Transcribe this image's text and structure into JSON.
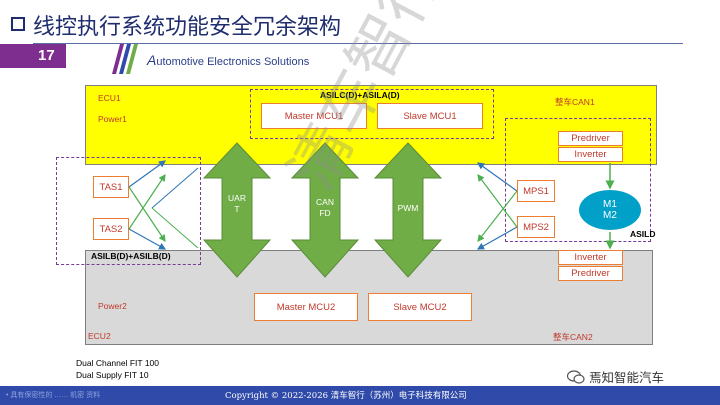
{
  "header": {
    "title": "线控执行系统功能安全冗余架构",
    "page_number": "17",
    "company_initial": "A",
    "company_rest": "utomotive Electronics Solutions"
  },
  "diagram": {
    "ecu1": {
      "name": "ECU1",
      "power": "Power1",
      "bus": "整车CAN1",
      "asil": "ASILC(D)+ASILA(D)",
      "master": "Master MCU1",
      "slave": "Slave MCU1"
    },
    "ecu2": {
      "name": "ECU2",
      "power": "Power2",
      "bus": "整车CAN2",
      "master": "Master MCU2",
      "slave": "Slave MCU2"
    },
    "sensors_left": {
      "tas1": "TAS1",
      "tas2": "TAS2",
      "asil": "ASILB(D)+ASILB(D)"
    },
    "sensors_right": {
      "mps1": "MPS1",
      "mps2": "MPS2"
    },
    "arrows": {
      "uart_line1": "UAR",
      "uart_line2": "T",
      "can_line1": "CAN",
      "can_line2": "FD",
      "pwm": "PWM"
    },
    "drive_top": {
      "predriver": "Predriver",
      "inverter": "Inverter"
    },
    "drive_bottom": {
      "inverter": "Inverter",
      "predriver": "Predriver"
    },
    "motor": {
      "m1": "M1",
      "m2": "M2"
    },
    "asild": "ASILD",
    "notes": {
      "line1": "Dual Channel FIT 100",
      "line2": "Dual Supply FIT 10"
    }
  },
  "footer": {
    "left": "• 具有保密性的 …… 机密 资料",
    "copyright": "Copyright © 2022-2026 清车智行（苏州）电子科技有限公司",
    "wechat": "焉知智能汽车"
  },
  "watermark": "清车智行",
  "colors": {
    "ecu1_fill": "#ffff00",
    "ecu2_fill": "#d9d9d9",
    "arrow_green": "#70ad47",
    "box_border": "#ed7d31",
    "motor": "#00a0c8",
    "footer": "#2f4aa8",
    "purple": "#7d2e8e"
  }
}
